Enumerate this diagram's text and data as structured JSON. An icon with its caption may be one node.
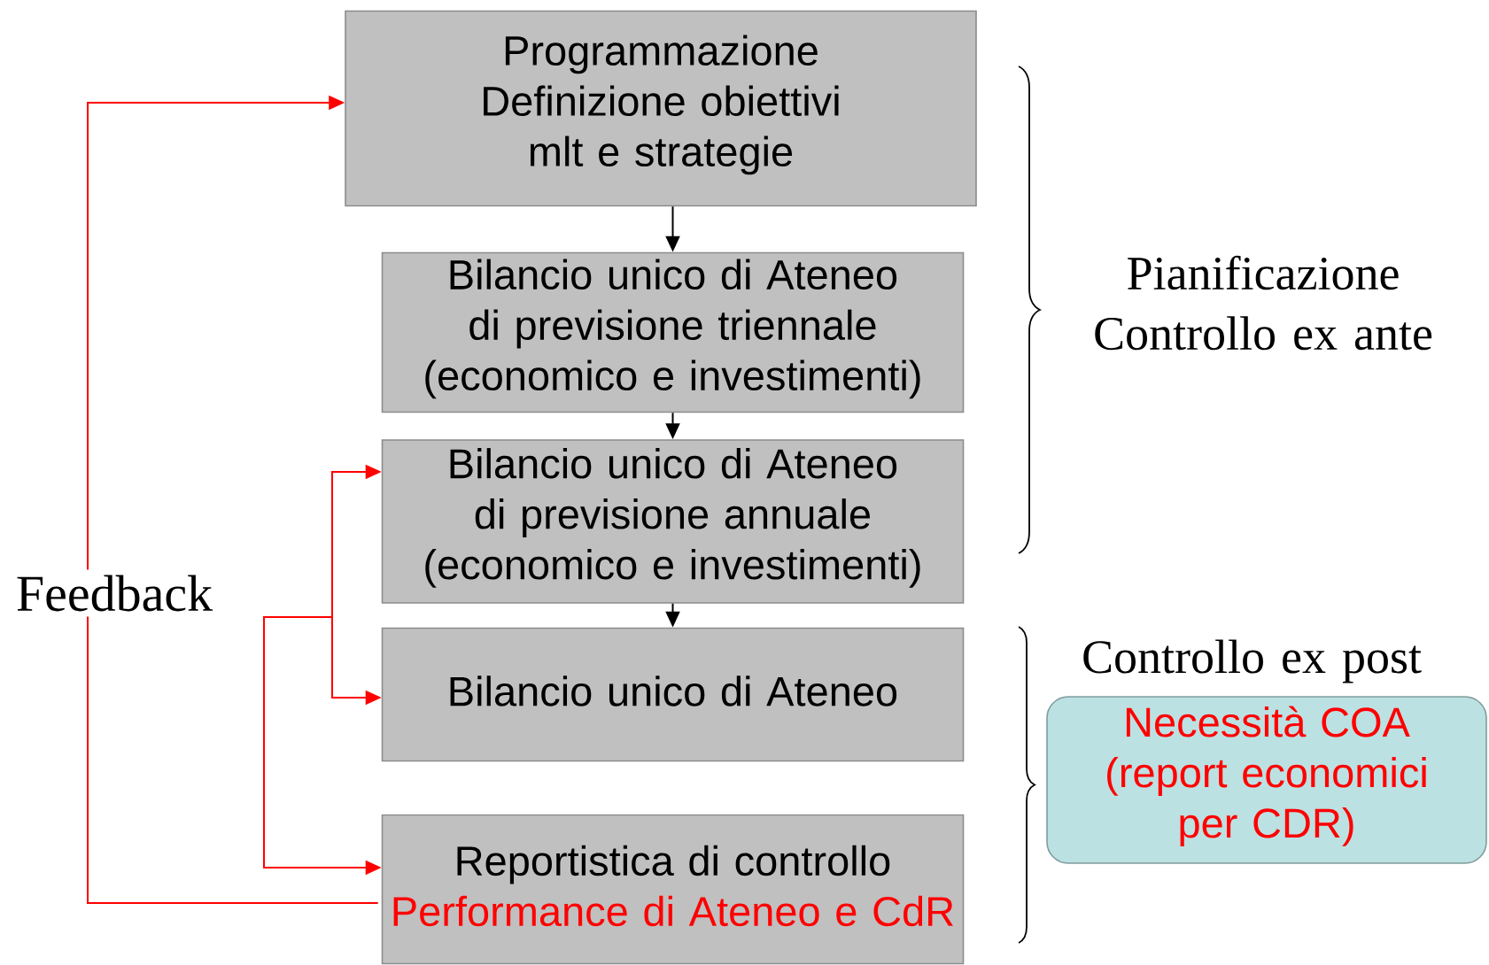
{
  "diagram": {
    "nodes": [
      {
        "text": [
          "Programmazione",
          "Definizione obiettivi mlt e strategie"
        ]
      },
      {
        "text": [
          "Bilancio unico di Ateneo di previsione triennale (economico e investimenti)"
        ]
      },
      {
        "text": [
          "Bilancio unico di Ateneo di previsione annuale (economico e investimenti)"
        ]
      },
      {
        "text": [
          "Bilancio unico di Ateneo"
        ]
      },
      {
        "text": [
          "Reportistica di controllo",
          "Performance di Ateneo e CdR"
        ]
      },
      {
        "text": [
          "Necessità COA (report economici per CDR)"
        ]
      }
    ],
    "edges": [
      {
        "from": 0,
        "to": 1,
        "arrow": "to",
        "color": "#000000"
      },
      {
        "from": 1,
        "to": 2,
        "arrow": "to",
        "color": "#000000"
      },
      {
        "from": 2,
        "to": 3,
        "arrow": "to",
        "color": "#000000"
      },
      {
        "from": 4,
        "to": 0,
        "arrow": "to",
        "label": "Feedback",
        "color": "#ff0000"
      },
      {
        "from": null,
        "to": 2,
        "arrow": "to",
        "color": "#ff0000"
      },
      {
        "from": null,
        "to": 3,
        "arrow": "to",
        "color": "#ff0000"
      },
      {
        "from": null,
        "to": 4,
        "arrow": "to",
        "color": "#ff0000"
      }
    ],
    "labels": [
      "Pianificazione Controllo ex ante",
      "Controllo ex post"
    ]
  }
}
